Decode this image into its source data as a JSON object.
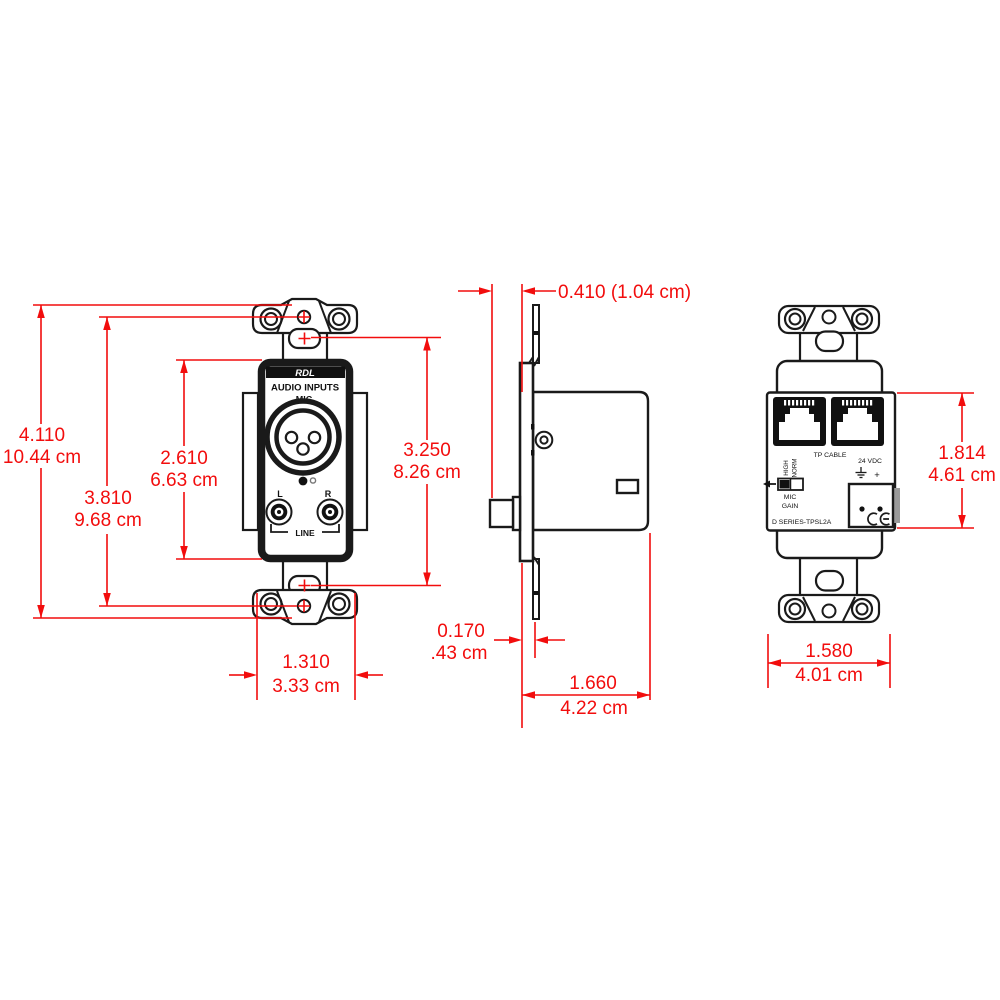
{
  "colors": {
    "dimension_red": "#f20d0d",
    "line_black": "#1a1a1a"
  },
  "front_view": {
    "brand": "RDL",
    "audio_inputs": "AUDIO INPUTS",
    "mic": "MIC",
    "left": "L",
    "right": "R",
    "line": "LINE"
  },
  "rear_view": {
    "tp_cable": "TP CABLE",
    "high": "HIGH",
    "norm": "NORM",
    "mic": "MIC",
    "gain": "GAIN",
    "supply": "24 VDC",
    "plus": "+",
    "model": "D SERIES-TPSL2A",
    "ce_mark": "CE"
  },
  "dims": {
    "overall_height": {
      "in": "4.110",
      "cm": "10.44 cm"
    },
    "screw_spacing": {
      "in": "3.810",
      "cm": "9.68 cm"
    },
    "plate_height": {
      "in": "2.610",
      "cm": "6.63 cm"
    },
    "slot_spacing": {
      "in": "3.250",
      "cm": "8.26 cm"
    },
    "front_width": {
      "in": "1.310",
      "cm": "3.33 cm"
    },
    "front_protrusion": {
      "combined": "0.410 (1.04 cm)"
    },
    "plate_thickness": {
      "in": "0.170",
      "cm": ".43 cm"
    },
    "body_depth": {
      "in": "1.660",
      "cm": "4.22 cm"
    },
    "body_height": {
      "in": "1.814",
      "cm": "4.61 cm"
    },
    "rear_width": {
      "in": "1.580",
      "cm": "4.01 cm"
    }
  }
}
